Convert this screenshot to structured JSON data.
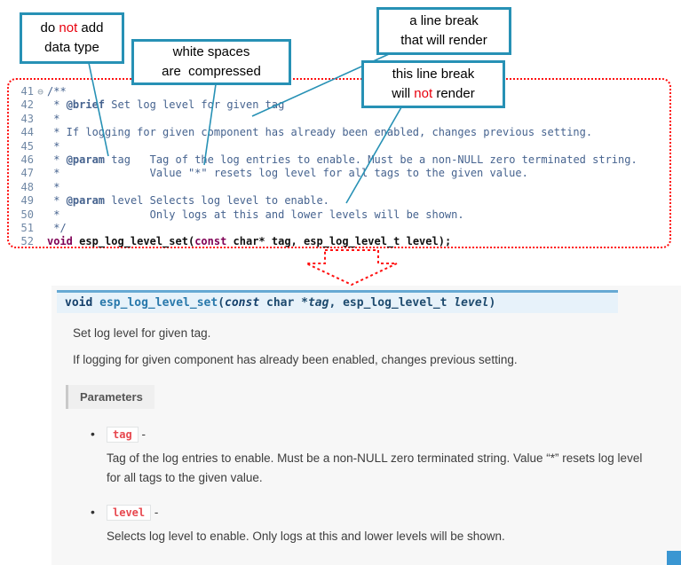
{
  "colors": {
    "callout_border": "#2791b5",
    "dotted_outline_red": "#ff1111",
    "accent_text_red": "#e8000d",
    "signature_bg": "#e7f2fa",
    "signature_border": "#66a9d4",
    "literal_red": "#e7484f"
  },
  "callouts": [
    {
      "name": "no-datatype",
      "lines": [
        [
          {
            "t": "do "
          },
          {
            "t": "not",
            "c": "red"
          },
          {
            "t": " add"
          }
        ],
        [
          {
            "t": "data type"
          }
        ]
      ]
    },
    {
      "name": "whitespace-compressed",
      "lines": [
        [
          {
            "t": "white spaces"
          }
        ],
        [
          {
            "t": "are  compressed"
          }
        ]
      ]
    },
    {
      "name": "linebreak-renders",
      "lines": [
        [
          {
            "t": "a line break"
          }
        ],
        [
          {
            "t": "that will render"
          }
        ]
      ]
    },
    {
      "name": "linebreak-not-renders",
      "lines": [
        [
          {
            "t": "this line break"
          }
        ],
        [
          {
            "t": "will "
          },
          {
            "t": "not",
            "c": "red"
          },
          {
            "t": " render"
          }
        ]
      ]
    }
  ],
  "editor": {
    "fold_icon": "⊖",
    "lines": [
      {
        "num": "41",
        "fold": "⊖",
        "segments": [
          {
            "t": "/**",
            "c": "c"
          }
        ]
      },
      {
        "num": "42",
        "segments": [
          {
            "t": " * ",
            "c": "c"
          },
          {
            "t": "@brief",
            "c": "t"
          },
          {
            "t": " Set log level for given tag",
            "c": "c"
          }
        ]
      },
      {
        "num": "43",
        "segments": [
          {
            "t": " *",
            "c": "c"
          }
        ]
      },
      {
        "num": "44",
        "segments": [
          {
            "t": " * If logging for given component has already been enabled, changes previous setting.",
            "c": "c"
          }
        ]
      },
      {
        "num": "45",
        "segments": [
          {
            "t": " *",
            "c": "c"
          }
        ]
      },
      {
        "num": "46",
        "segments": [
          {
            "t": " * ",
            "c": "c"
          },
          {
            "t": "@param",
            "c": "t"
          },
          {
            "t": " tag   Tag of the log entries to enable. Must be a non-NULL zero terminated string.",
            "c": "c"
          }
        ]
      },
      {
        "num": "47",
        "segments": [
          {
            "t": " *              Value \"*\" resets log level for all tags to the given value.",
            "c": "c"
          }
        ]
      },
      {
        "num": "48",
        "segments": [
          {
            "t": " *",
            "c": "c"
          }
        ]
      },
      {
        "num": "49",
        "segments": [
          {
            "t": " * ",
            "c": "c"
          },
          {
            "t": "@param",
            "c": "t"
          },
          {
            "t": " level Selects log level to enable.",
            "c": "c"
          }
        ]
      },
      {
        "num": "50",
        "segments": [
          {
            "t": " *              Only logs at this and lower levels will be shown.",
            "c": "c"
          }
        ]
      },
      {
        "num": "51",
        "segments": [
          {
            "t": " */",
            "c": "c"
          }
        ]
      },
      {
        "num": "52",
        "segments": [
          {
            "t": "void",
            "c": "k"
          },
          {
            "t": " esp_log_level_set(",
            "c": "p"
          },
          {
            "t": "const",
            "c": "k"
          },
          {
            "t": " char* tag, esp_log_level_t level);",
            "c": "p"
          }
        ]
      }
    ]
  },
  "doc": {
    "signature": [
      {
        "t": "void ",
        "c": "kw"
      },
      {
        "t": "esp_log_level_set",
        "c": "name"
      },
      {
        "t": "(",
        "c": "pl"
      },
      {
        "t": "const",
        "c": "kwi"
      },
      {
        "t": "  char *",
        "c": "pl"
      },
      {
        "t": "tag",
        "c": "prm"
      },
      {
        "t": ", ",
        "c": "pl"
      },
      {
        "t": "esp_log_level_t ",
        "c": "pl"
      },
      {
        "t": "level",
        "c": "prm"
      },
      {
        "t": ")",
        "c": "pl"
      }
    ],
    "paragraphs": [
      "Set log level for given tag.",
      "If logging for given component has already been enabled, changes previous setting."
    ],
    "parameters_label": "Parameters",
    "bullet_glyph": "•",
    "param_separator": " -",
    "params": [
      {
        "name": "tag",
        "desc": "Tag of the log entries to enable. Must be a non-NULL zero terminated string. Value “*” resets log level for all tags to the given value."
      },
      {
        "name": "level",
        "desc": "Selects log level to enable. Only logs at this and lower levels will be shown."
      }
    ]
  }
}
